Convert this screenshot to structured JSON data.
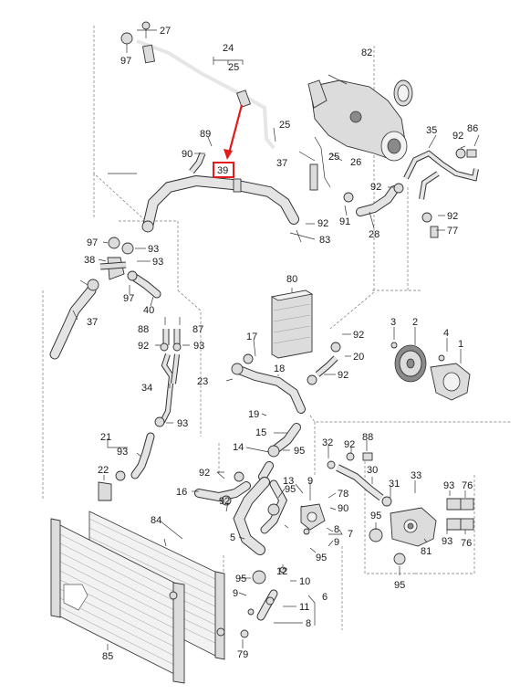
{
  "callouts": [
    {
      "id": "c27",
      "text": "27"
    },
    {
      "id": "c97a",
      "text": "97"
    },
    {
      "id": "c24",
      "text": "24"
    },
    {
      "id": "c25a",
      "text": "25"
    },
    {
      "id": "c82",
      "text": "82"
    },
    {
      "id": "c25b",
      "text": "25"
    },
    {
      "id": "c89",
      "text": "89"
    },
    {
      "id": "c90a",
      "text": "90"
    },
    {
      "id": "c39",
      "text": "39"
    },
    {
      "id": "c37a",
      "text": "37"
    },
    {
      "id": "c25c",
      "text": "25"
    },
    {
      "id": "c26",
      "text": "26"
    },
    {
      "id": "c35",
      "text": "35"
    },
    {
      "id": "c86",
      "text": "86"
    },
    {
      "id": "c92a",
      "text": "92"
    },
    {
      "id": "c92b",
      "text": "92"
    },
    {
      "id": "c92c",
      "text": "92"
    },
    {
      "id": "c91",
      "text": "91"
    },
    {
      "id": "c28",
      "text": "28"
    },
    {
      "id": "c92d",
      "text": "92"
    },
    {
      "id": "c77",
      "text": "77"
    },
    {
      "id": "c83",
      "text": "83"
    },
    {
      "id": "c97b",
      "text": "97"
    },
    {
      "id": "c93a",
      "text": "93"
    },
    {
      "id": "c38",
      "text": "38"
    },
    {
      "id": "c93b",
      "text": "93"
    },
    {
      "id": "c97c",
      "text": "97"
    },
    {
      "id": "c40",
      "text": "40"
    },
    {
      "id": "c37b",
      "text": "37"
    },
    {
      "id": "c80",
      "text": "80"
    },
    {
      "id": "c88a",
      "text": "88"
    },
    {
      "id": "c87",
      "text": "87"
    },
    {
      "id": "c92e",
      "text": "92"
    },
    {
      "id": "c93c",
      "text": "93"
    },
    {
      "id": "c17",
      "text": "17"
    },
    {
      "id": "c92f",
      "text": "92"
    },
    {
      "id": "c20",
      "text": "20"
    },
    {
      "id": "c3",
      "text": "3"
    },
    {
      "id": "c2",
      "text": "2"
    },
    {
      "id": "c4",
      "text": "4"
    },
    {
      "id": "c1",
      "text": "1"
    },
    {
      "id": "c23",
      "text": "23"
    },
    {
      "id": "c18",
      "text": "18"
    },
    {
      "id": "c92g",
      "text": "92"
    },
    {
      "id": "c34",
      "text": "34"
    },
    {
      "id": "c19",
      "text": "19"
    },
    {
      "id": "c93d",
      "text": "93"
    },
    {
      "id": "c15",
      "text": "15"
    },
    {
      "id": "c21",
      "text": "21"
    },
    {
      "id": "c93e",
      "text": "93"
    },
    {
      "id": "c14",
      "text": "14"
    },
    {
      "id": "c95a",
      "text": "95"
    },
    {
      "id": "c32",
      "text": "32"
    },
    {
      "id": "c92h",
      "text": "92"
    },
    {
      "id": "c88b",
      "text": "88"
    },
    {
      "id": "c30",
      "text": "30"
    },
    {
      "id": "c22",
      "text": "22"
    },
    {
      "id": "c92i",
      "text": "92"
    },
    {
      "id": "c33",
      "text": "33"
    },
    {
      "id": "c13",
      "text": "13"
    },
    {
      "id": "c9a",
      "text": "9"
    },
    {
      "id": "c78",
      "text": "78"
    },
    {
      "id": "c31",
      "text": "31"
    },
    {
      "id": "c93f",
      "text": "93"
    },
    {
      "id": "c76a",
      "text": "76"
    },
    {
      "id": "c16",
      "text": "16"
    },
    {
      "id": "c95b",
      "text": "95"
    },
    {
      "id": "c92j",
      "text": "92"
    },
    {
      "id": "c90b",
      "text": "90"
    },
    {
      "id": "c7",
      "text": "7"
    },
    {
      "id": "c8a",
      "text": "8"
    },
    {
      "id": "c95c",
      "text": "95"
    },
    {
      "id": "c84",
      "text": "84"
    },
    {
      "id": "c5",
      "text": "5"
    },
    {
      "id": "c9b",
      "text": "9"
    },
    {
      "id": "c95d",
      "text": "95"
    },
    {
      "id": "c81",
      "text": "81"
    },
    {
      "id": "c93g",
      "text": "93"
    },
    {
      "id": "c76b",
      "text": "76"
    },
    {
      "id": "c12",
      "text": "12"
    },
    {
      "id": "c95e",
      "text": "95"
    },
    {
      "id": "c10",
      "text": "10"
    },
    {
      "id": "c95f",
      "text": "95"
    },
    {
      "id": "c9c",
      "text": "9"
    },
    {
      "id": "c6",
      "text": "6"
    },
    {
      "id": "c11",
      "text": "11"
    },
    {
      "id": "c8b",
      "text": "8"
    },
    {
      "id": "c79",
      "text": "79"
    },
    {
      "id": "c85",
      "text": "85"
    }
  ],
  "highlight": {
    "label": "39",
    "color": "#e21b1b"
  }
}
